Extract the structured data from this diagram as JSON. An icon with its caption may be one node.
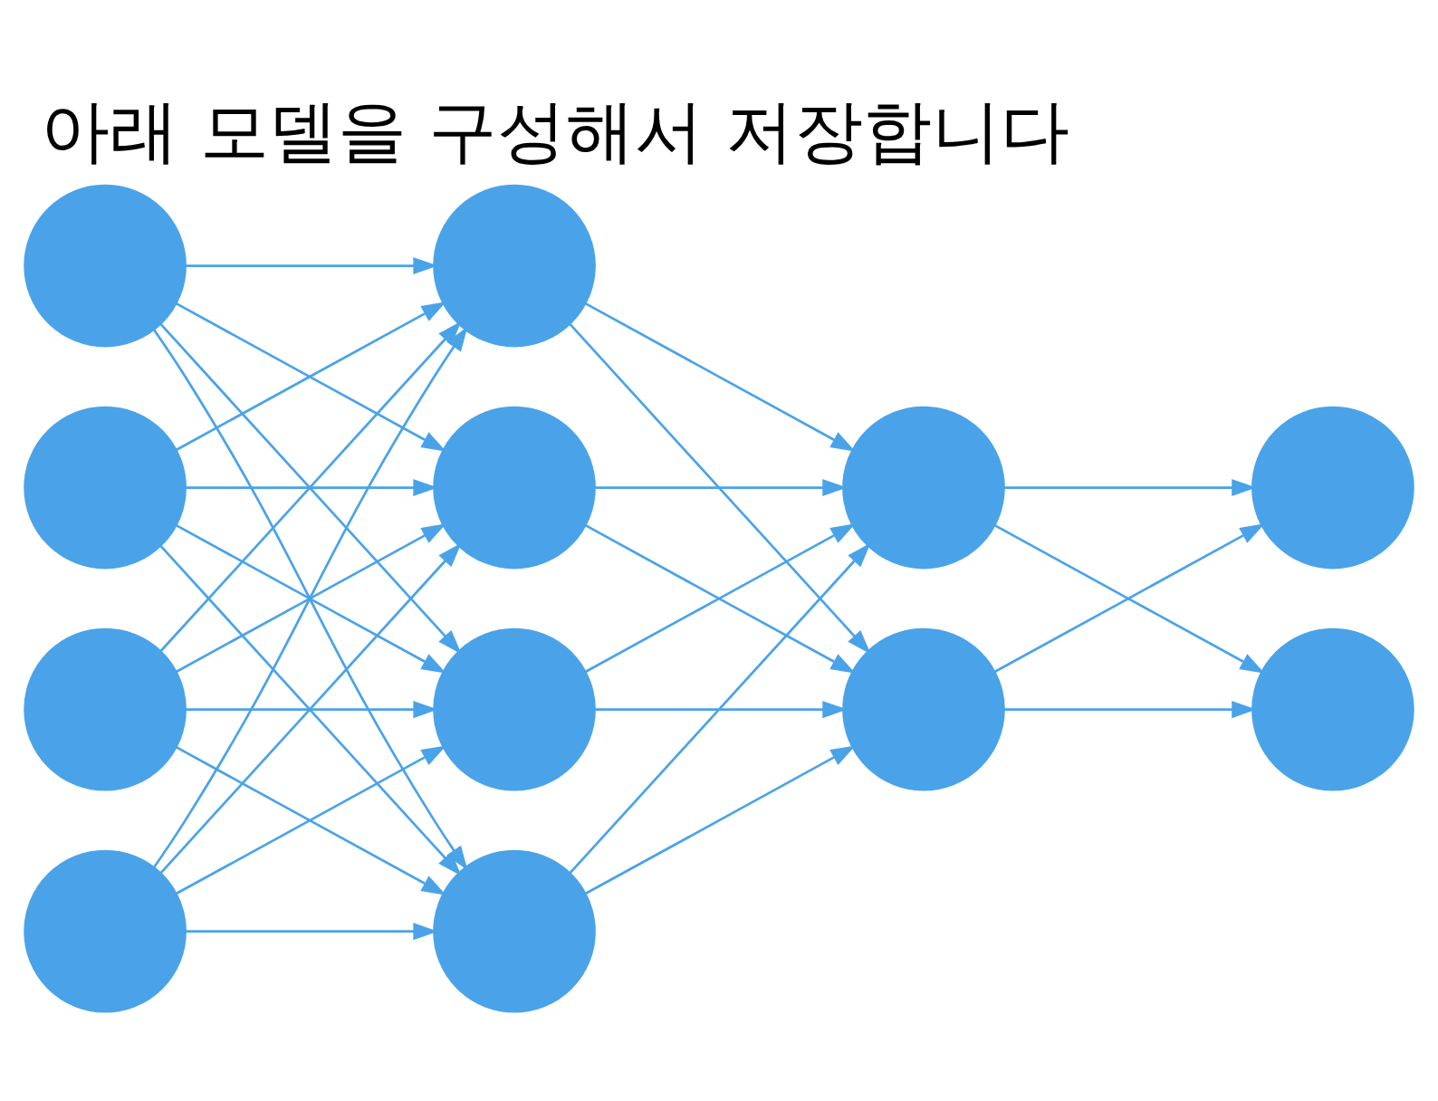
{
  "diagram": {
    "title": "아래 모델을 구성해서 저장합니다",
    "nodes": [
      {
        "text": [],
        "shape": "circle"
      },
      {
        "text": [],
        "shape": "circle"
      },
      {
        "text": [],
        "shape": "circle"
      },
      {
        "text": [],
        "shape": "circle"
      },
      {
        "text": [],
        "shape": "circle"
      },
      {
        "text": [],
        "shape": "circle"
      },
      {
        "text": [],
        "shape": "circle"
      },
      {
        "text": [],
        "shape": "circle"
      },
      {
        "text": [],
        "shape": "circle"
      },
      {
        "text": [],
        "shape": "circle"
      },
      {
        "text": [],
        "shape": "circle"
      },
      {
        "text": [],
        "shape": "circle"
      }
    ],
    "edges": [
      {
        "from": 0,
        "to": 4,
        "arrow": "to"
      },
      {
        "from": 0,
        "to": 5,
        "arrow": "to"
      },
      {
        "from": 0,
        "to": 6,
        "arrow": "to"
      },
      {
        "from": 0,
        "to": 7,
        "arrow": "to"
      },
      {
        "from": 1,
        "to": 4,
        "arrow": "to"
      },
      {
        "from": 1,
        "to": 5,
        "arrow": "to"
      },
      {
        "from": 1,
        "to": 6,
        "arrow": "to"
      },
      {
        "from": 1,
        "to": 7,
        "arrow": "to"
      },
      {
        "from": 2,
        "to": 4,
        "arrow": "to"
      },
      {
        "from": 2,
        "to": 5,
        "arrow": "to"
      },
      {
        "from": 2,
        "to": 6,
        "arrow": "to"
      },
      {
        "from": 2,
        "to": 7,
        "arrow": "to"
      },
      {
        "from": 3,
        "to": 4,
        "arrow": "to"
      },
      {
        "from": 3,
        "to": 5,
        "arrow": "to"
      },
      {
        "from": 3,
        "to": 6,
        "arrow": "to"
      },
      {
        "from": 3,
        "to": 7,
        "arrow": "to"
      },
      {
        "from": 4,
        "to": 8,
        "arrow": "to"
      },
      {
        "from": 4,
        "to": 9,
        "arrow": "to"
      },
      {
        "from": 5,
        "to": 8,
        "arrow": "to"
      },
      {
        "from": 5,
        "to": 9,
        "arrow": "to"
      },
      {
        "from": 6,
        "to": 8,
        "arrow": "to"
      },
      {
        "from": 6,
        "to": 9,
        "arrow": "to"
      },
      {
        "from": 7,
        "to": 8,
        "arrow": "to"
      },
      {
        "from": 7,
        "to": 9,
        "arrow": "to"
      },
      {
        "from": 8,
        "to": 10,
        "arrow": "to"
      },
      {
        "from": 8,
        "to": 11,
        "arrow": "to"
      },
      {
        "from": 9,
        "to": 10,
        "arrow": "to"
      },
      {
        "from": 9,
        "to": 11,
        "arrow": "to"
      }
    ]
  }
}
